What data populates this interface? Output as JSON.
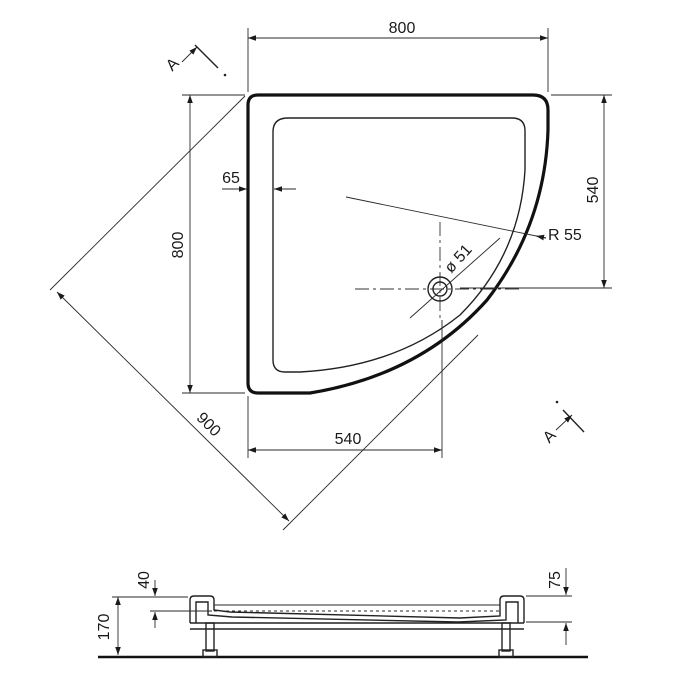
{
  "plan": {
    "width_label": "800",
    "depth_label": "800",
    "side_right_label": "540",
    "side_bottom_label": "540",
    "diagonal_label": "900",
    "rim_label": "65",
    "radius_label": "R 55",
    "drain_label": "ø 51",
    "section_mark_top": "A",
    "section_mark_bottom": "A"
  },
  "section": {
    "height_label": "170",
    "rim_height_label": "40",
    "tray_depth_label": "75"
  }
}
